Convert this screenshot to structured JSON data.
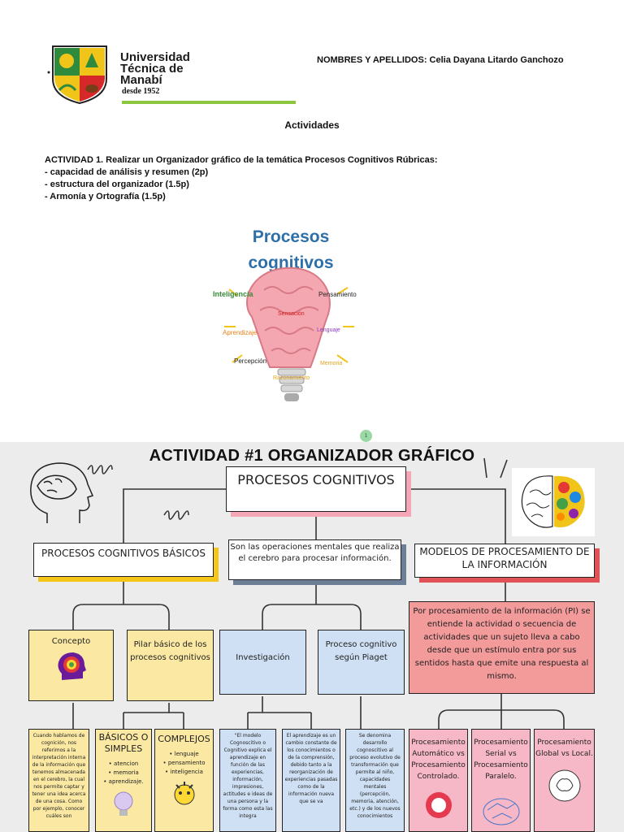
{
  "header": {
    "university_lines": [
      "Universidad",
      "Técnica de",
      "Manabí"
    ],
    "since": "desde 1952",
    "student": "NOMBRES Y APELLIDOS: Celia Dayana Litardo Ganchozo",
    "section_title": "Actividades",
    "activity_lines": [
      "ACTIVIDAD 1. Realizar un Organizador gráfico de la temática Procesos Cognitivos Rúbricas:",
      "- capacidad de análisis y resumen (2p)",
      "- estructura del organizador (1.5p)",
      "- Armonía y Ortografía (1.5p)"
    ]
  },
  "bulb_image": {
    "title_1": "Procesos",
    "title_2": "cognitivos",
    "labels": {
      "inteligencia": "Inteligencia",
      "pensamiento": "Pensamiento",
      "sensacion": "Sensación",
      "lenguaje": "Lenguaje",
      "aprendizaje": "Aprendizaje",
      "percepcion": "Percepción",
      "memoria": "Memoria",
      "razonamiento": "Razonamiento"
    },
    "colors": {
      "title": "#2f6fa8",
      "inteligencia": "#3a8a3a",
      "aprendizaje": "#e8821a",
      "lenguaje": "#8a3ac4",
      "memoria": "#e0a31a",
      "sensacion": "#d62020"
    }
  },
  "page_badge": "1",
  "organizer": {
    "title": "ACTIVIDAD #1 ORGANIZADOR GRÁFICO",
    "main": "PROCESOS COGNITIVOS",
    "basic": "PROCESOS COGNITIVOS BÁSICOS",
    "definition": "Son las operaciones mentales que realiza el cerebro para procesar información.",
    "models": "MODELOS DE PROCESAMIENTO DE LA INFORMACIÓN",
    "concept": "Concepto",
    "pilar": "Pilar básico de los procesos cognitivos",
    "investigacion": "Investigación",
    "piaget": "Proceso cognitivo según Piaget",
    "pi_definition": "Por procesamiento de la información (PI) se entiende la actividad o secuencia de actividades que un sujeto lleva a cabo desde que un estímulo entra por sus sentidos hasta que emite una respuesta al mismo.",
    "text_cognicion": "Cuando hablamos de cognición, nos referimos a la interpretación interna de la información que tenemos almacenada en el cerebro, la cual nos permite captar y tener una idea acerca de una cosa. Como por ejemplo, conocer cuáles son",
    "basicos_title": "BÁSICOS O SIMPLES",
    "basicos_items": [
      "atencion",
      "memoria",
      "aprendizaje."
    ],
    "complejos_title": "COMPLEJOS",
    "complejos_items": [
      "lenguaje",
      "pensamiento",
      "inteligencia"
    ],
    "text_modelo": "\"El modelo Cognoscitivo o Cognitivo explica el aprendizaje en función de las experiencias, información, impresiones, actitudes e ideas de una persona y la forma como esta las integra",
    "text_aprendizaje": "El aprendizaje es un cambio constante de los conocimientos o de la comprensión, debido tanto a la reorganización de experiencias pasadas como de la información nueva que se va",
    "text_piaget": "Se denomina desarrollo cognoscitivo al proceso evolutivo de transformación que permite al niño, capacidades mentales (percepción, memoria, atención, etc.) y de los nuevos conocimientos",
    "serie_1": "Procesamiento Automático vs Procesamiento Controlado.",
    "serie_2": "Procesamiento Serial vs Procesamiento Paralelo.",
    "serie_3": "Procesamiento Global vs Local."
  }
}
